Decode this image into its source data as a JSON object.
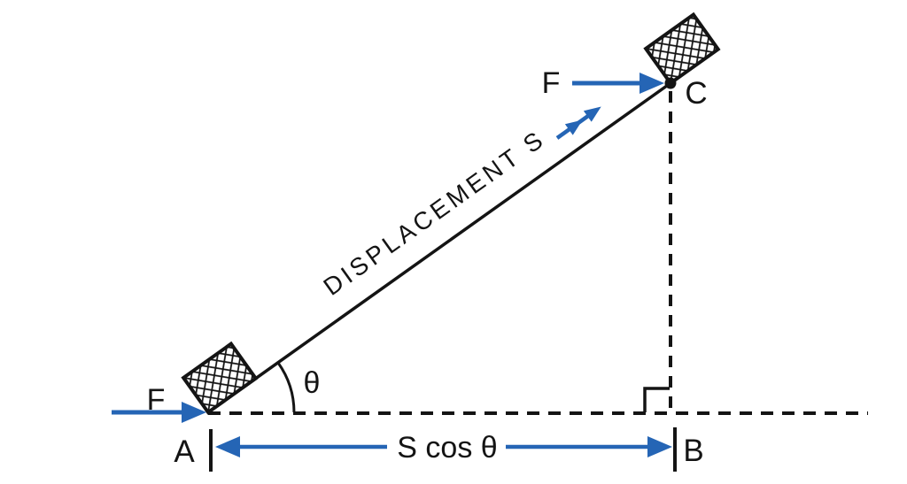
{
  "colors": {
    "ink": "#141414",
    "force_blue": "#2565b5",
    "background": "#ffffff"
  },
  "diagram": {
    "displacement_label": "DISPLACEMENT S",
    "angle_label": "θ",
    "base_dimension_label": "S cos θ",
    "point_a": "A",
    "point_b": "B",
    "point_c": "C",
    "force_at_a": "F",
    "force_at_c": "F"
  }
}
